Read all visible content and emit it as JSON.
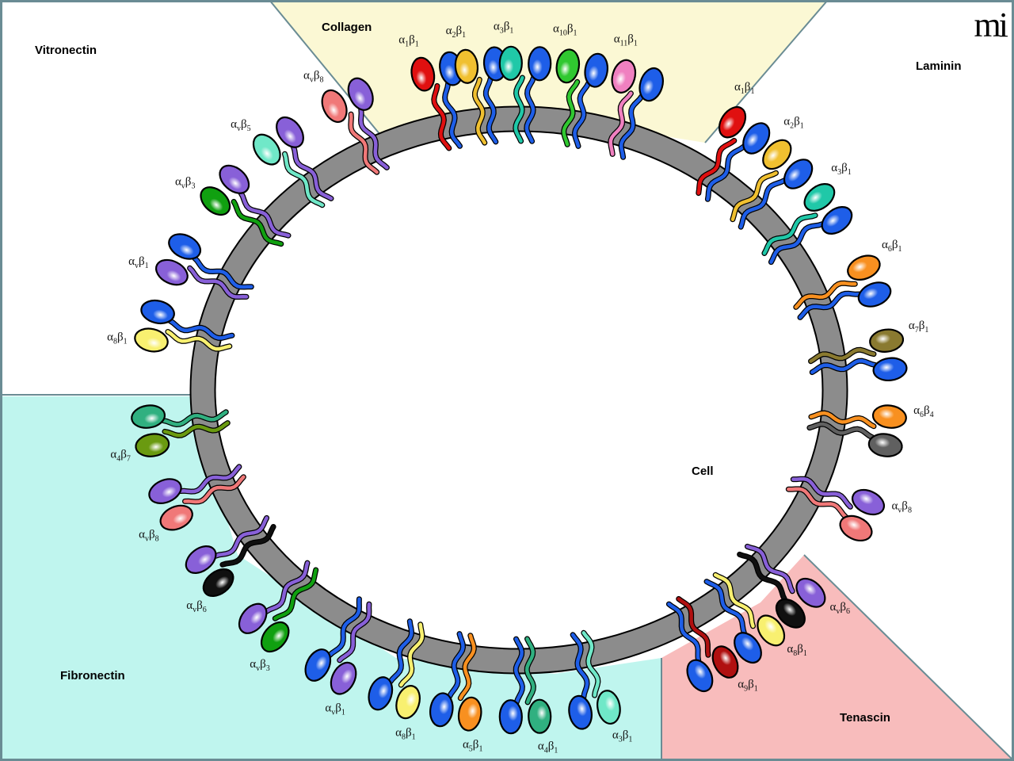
{
  "regions": [
    {
      "name": "Vitronectin",
      "color": "#ffffff"
    },
    {
      "name": "Collagen",
      "color": "#fbf8d4"
    },
    {
      "name": "Laminin",
      "color": "#ffffff"
    },
    {
      "name": "Fibronectin",
      "color": "#bff5ee"
    },
    {
      "name": "Tenascin",
      "color": "#f8bcbc"
    }
  ],
  "cell_label": "Cell",
  "logo_text": "mi",
  "colors": {
    "membrane": "#8c8c8c",
    "border": "#6a8c94",
    "blue": "#1e5ee8",
    "red": "#e01010",
    "gold": "#f0c030",
    "teal": "#20c8a8",
    "green": "#30c830",
    "pink": "#f080c0",
    "purple": "#8860d8",
    "salmon": "#f07878",
    "mint": "#70e8c8",
    "darkgreen": "#10a010",
    "yellow": "#f8f070",
    "orange": "#f89020",
    "olive": "#8a7a30",
    "gray": "#606060",
    "black": "#101010",
    "moss": "#6a9a10",
    "seagreen": "#30b080",
    "darkred": "#b01010"
  },
  "integrins": [
    {
      "group": "Collagen",
      "alpha": "1",
      "beta": "1",
      "alpha_color": "red",
      "beta_color": "blue",
      "angle": 103
    },
    {
      "group": "Collagen",
      "alpha": "2",
      "beta": "1",
      "alpha_color": "gold",
      "beta_color": "blue",
      "angle": 96
    },
    {
      "group": "Collagen",
      "alpha": "3",
      "beta": "1",
      "alpha_color": "teal",
      "beta_color": "blue",
      "angle": 89
    },
    {
      "group": "Collagen",
      "alpha": "10",
      "beta": "1",
      "alpha_color": "green",
      "beta_color": "blue",
      "angle": 80
    },
    {
      "group": "Collagen",
      "alpha": "11",
      "beta": "1",
      "alpha_color": "pink",
      "beta_color": "blue",
      "angle": 71
    },
    {
      "group": "Laminin",
      "alpha": "1",
      "beta": "1",
      "alpha_color": "red",
      "beta_color": "blue",
      "angle": 52
    },
    {
      "group": "Laminin",
      "alpha": "2",
      "beta": "1",
      "alpha_color": "gold",
      "beta_color": "blue",
      "angle": 43
    },
    {
      "group": "Laminin",
      "alpha": "3",
      "beta": "1",
      "alpha_color": "teal",
      "beta_color": "blue",
      "angle": 33
    },
    {
      "group": "Laminin",
      "alpha": "6",
      "beta": "1",
      "alpha_color": "orange",
      "beta_color": "blue",
      "angle": 19
    },
    {
      "group": "Laminin",
      "alpha": "7",
      "beta": "1",
      "alpha_color": "olive",
      "beta_color": "blue",
      "angle": 6
    },
    {
      "group": "Laminin",
      "alpha": "6",
      "beta": "4",
      "alpha_color": "orange",
      "beta_color": "gray",
      "angle": -7
    },
    {
      "group": "Laminin",
      "alpha": "v",
      "beta": "8",
      "alpha_color": "purple",
      "beta_color": "salmon",
      "angle": -22
    },
    {
      "group": "Tenascin",
      "alpha": "v",
      "beta": "6",
      "alpha_color": "purple",
      "beta_color": "black",
      "angle": -40
    },
    {
      "group": "Tenascin",
      "alpha": "8",
      "beta": "1",
      "alpha_color": "yellow",
      "beta_color": "blue",
      "angle": -49
    },
    {
      "group": "Tenascin",
      "alpha": "9",
      "beta": "1",
      "alpha_color": "darkred",
      "beta_color": "blue",
      "angle": -58
    },
    {
      "group": "Fibronectin",
      "alpha": "3",
      "beta": "1",
      "alpha_color": "mint",
      "beta_color": "blue",
      "angle": -78
    },
    {
      "group": "Fibronectin",
      "alpha": "4",
      "beta": "1",
      "alpha_color": "seagreen",
      "beta_color": "blue",
      "angle": -89
    },
    {
      "group": "Fibronectin",
      "alpha": "5",
      "beta": "1",
      "alpha_color": "orange",
      "beta_color": "blue",
      "angle": -100
    },
    {
      "group": "Fibronectin",
      "alpha": "8",
      "beta": "1",
      "alpha_color": "yellow",
      "beta_color": "blue",
      "angle": -110
    },
    {
      "group": "Fibronectin",
      "alpha": "v",
      "beta": "1",
      "alpha_color": "purple",
      "beta_color": "blue",
      "angle": -121
    },
    {
      "group": "Fibronectin",
      "alpha": "v",
      "beta": "3",
      "alpha_color": "darkgreen",
      "beta_color": "purple",
      "angle": -134
    },
    {
      "group": "Fibronectin",
      "alpha": "v",
      "beta": "6",
      "alpha_color": "black",
      "beta_color": "purple",
      "angle": -147
    },
    {
      "group": "Fibronectin",
      "alpha": "v",
      "beta": "8",
      "alpha_color": "salmon",
      "beta_color": "purple",
      "angle": -160
    },
    {
      "group": "Fibronectin",
      "alpha": "4",
      "beta": "7",
      "alpha_color": "moss",
      "beta_color": "seagreen",
      "angle": -173
    },
    {
      "group": "Vitronectin",
      "alpha": "8",
      "beta": "1",
      "alpha_color": "yellow",
      "beta_color": "blue",
      "angle": 169
    },
    {
      "group": "Vitronectin",
      "alpha": "v",
      "beta": "1",
      "alpha_color": "purple",
      "beta_color": "blue",
      "angle": 157
    },
    {
      "group": "Vitronectin",
      "alpha": "v",
      "beta": "3",
      "alpha_color": "darkgreen",
      "beta_color": "purple",
      "angle": 143
    },
    {
      "group": "Vitronectin",
      "alpha": "v",
      "beta": "5",
      "alpha_color": "mint",
      "beta_color": "purple",
      "angle": 131
    },
    {
      "group": "Vitronectin",
      "alpha": "v",
      "beta": "8",
      "alpha_color": "salmon",
      "beta_color": "purple",
      "angle": 118
    }
  ]
}
